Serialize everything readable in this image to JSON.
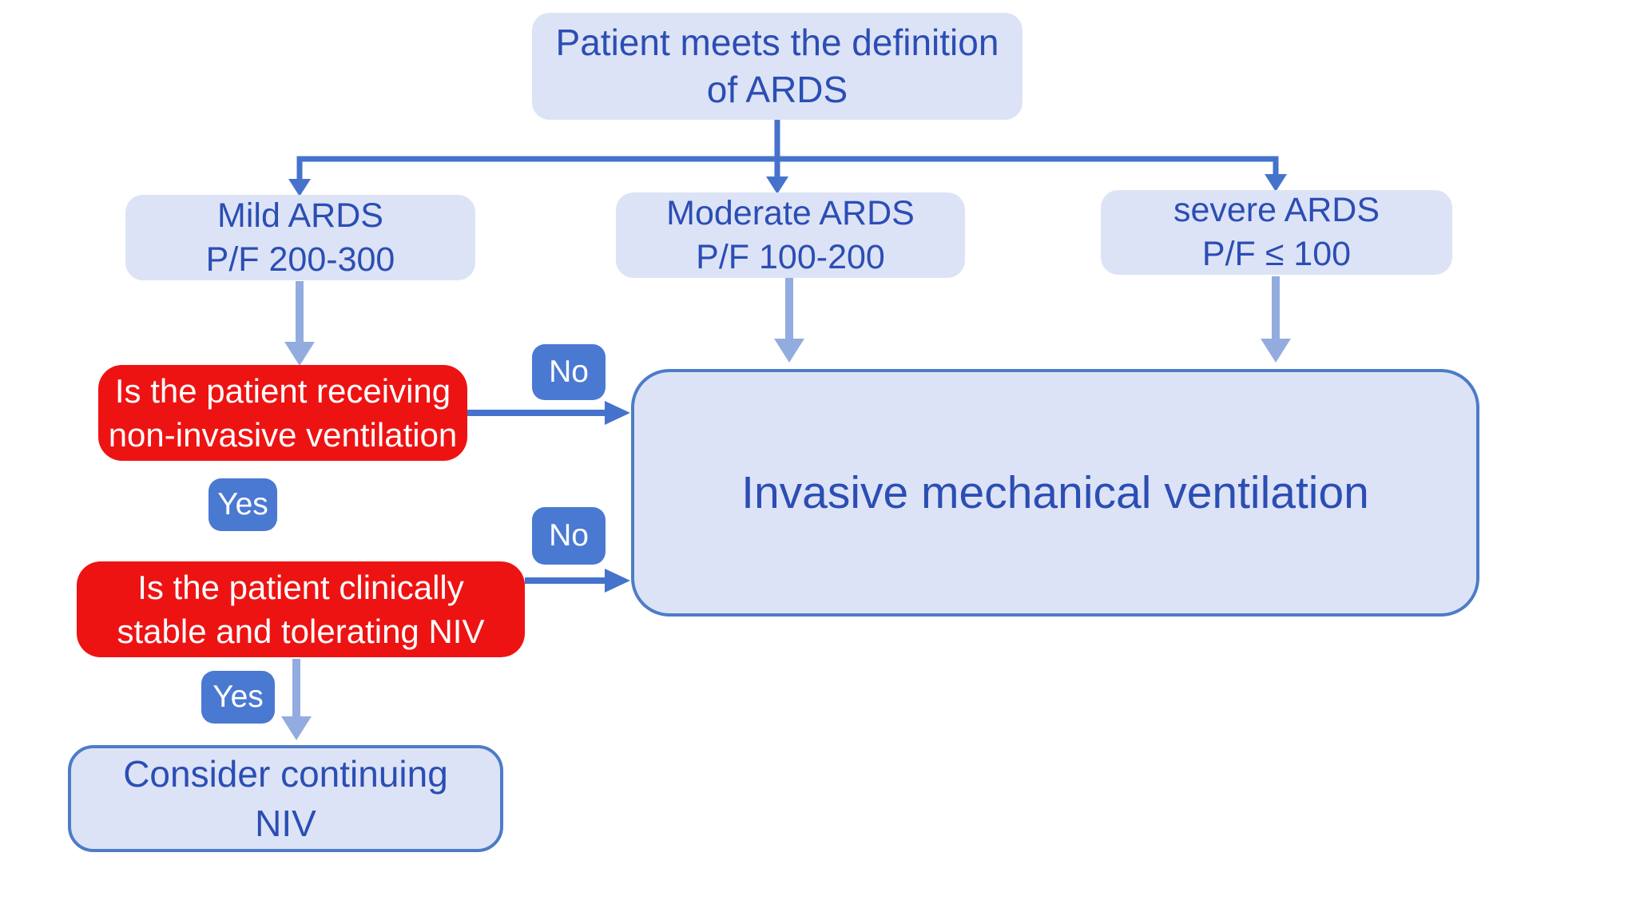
{
  "colors": {
    "box_fill": "#dde3f6",
    "box_border": "#4d7cc7",
    "text_blue": "#2b4eb4",
    "red_fill": "#ee1313",
    "button_fill": "#4a79d2",
    "arrow_dark": "#4573cc",
    "arrow_light": "#93acdf",
    "label_white": "#ffffff"
  },
  "flowchart": {
    "root": {
      "line1": "Patient meets the definition",
      "line2": "of ARDS"
    },
    "branches": {
      "mild": {
        "line1": "Mild ARDS",
        "line2": "P/F 200-300"
      },
      "moderate": {
        "line1": "Moderate ARDS",
        "line2": "P/F 100-200"
      },
      "severe": {
        "line1": "severe ARDS",
        "line2": "P/F ≤ 100"
      }
    },
    "questions": {
      "niv_receiving": {
        "line1": "Is the patient receiving",
        "line2": "non-invasive ventilation"
      },
      "niv_tolerating": {
        "line1": "Is the patient clinically",
        "line2": "stable and tolerating NIV"
      }
    },
    "outcomes": {
      "invasive": {
        "label": "Invasive mechanical ventilation"
      },
      "continue_niv": {
        "line1": "Consider continuing",
        "line2": "NIV"
      }
    },
    "edge_labels": {
      "no1": "No",
      "no2": "No",
      "yes1": "Yes",
      "yes2": "Yes"
    }
  }
}
